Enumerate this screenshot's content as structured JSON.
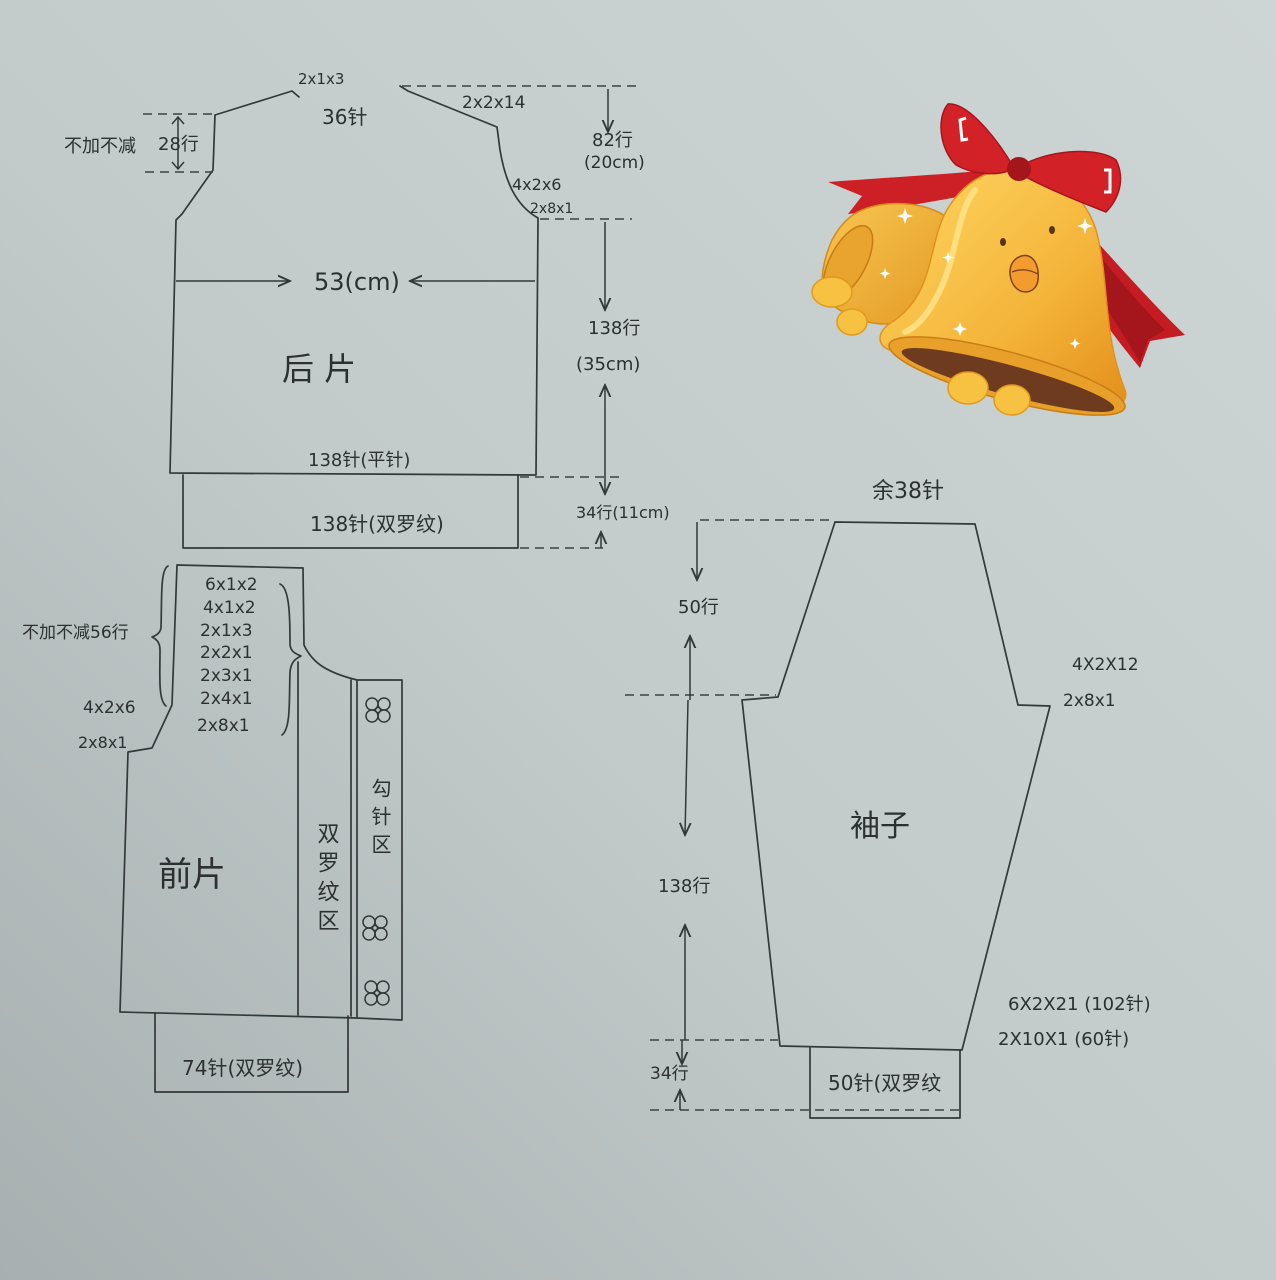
{
  "colors": {
    "paper": "#c3cbcb",
    "ink": "#333838",
    "bell": "#f2b73a",
    "ribbon": "#cc1f26"
  },
  "back_piece": {
    "title": "后 片",
    "neck_left_shaping": "2x1x3",
    "neck_stitches": "36针",
    "neck_right_shaping": "2x2x14",
    "shoulder_note": "不加不减",
    "shoulder_rows": "28行",
    "armhole_rows": "82行",
    "armhole_cm": "(20cm)",
    "armhole_shaping": [
      "4x2x6",
      "2x8x1"
    ],
    "width": "53(cm)",
    "body_rows": "138行",
    "body_cm": "(35cm)",
    "body_stitches": "138针(平针)",
    "rib_stitches": "138针(双罗纹)",
    "rib_rows": "34行(11cm)"
  },
  "front_piece": {
    "title": "前片",
    "neck_shaping": [
      "6x1x2",
      "4x1x2",
      "2x1x3",
      "2x2x1",
      "2x3x1",
      "2x4x1",
      "2x8x1"
    ],
    "side_note": "不加不减56行",
    "armhole_shaping": [
      "4x2x6",
      "2x8x1"
    ],
    "rib_band_label": "双罗纹区",
    "crochet_band_label": "勾针区",
    "crochet_icon": "flower-icon",
    "rib_stitches": "74针(双罗纹)"
  },
  "sleeve": {
    "title": "袖子",
    "top_stitches": "余38针",
    "cap_rows": "50行",
    "cap_shaping": [
      "4X2X12",
      "2x8x1"
    ],
    "body_rows": "138行",
    "increases": [
      "6X2X21 (102针)",
      "2X10X1 (60针)"
    ],
    "rib_rows": "34行",
    "rib_stitches": "50针(双罗纹"
  },
  "sticker": {
    "icon": "bell-icon",
    "ribbon_icon": "bow-icon"
  }
}
